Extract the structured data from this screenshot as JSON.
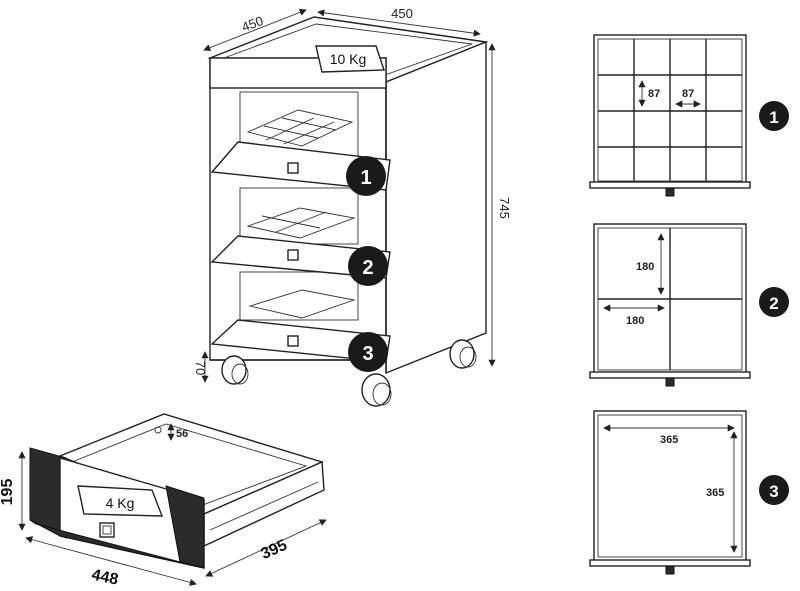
{
  "cabinet": {
    "depth": "450",
    "width": "450",
    "height": "745",
    "wheel_height": "70",
    "top_load": "10 Kg"
  },
  "drawer": {
    "height": "195",
    "width": "448",
    "depth": "395",
    "inner": "56",
    "load": "4 Kg"
  },
  "markers": [
    "1",
    "2",
    "3"
  ],
  "plan1": {
    "cell_h": "87",
    "cell_w": "87"
  },
  "plan2": {
    "cell_h": "180",
    "cell_w": "180"
  },
  "plan3": {
    "width": "365",
    "depth": "365"
  }
}
